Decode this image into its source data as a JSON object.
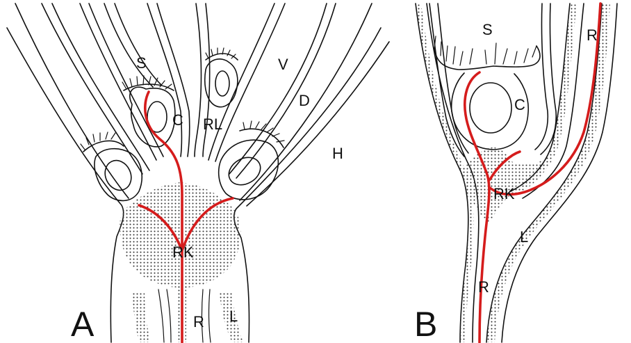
{
  "panels": [
    {
      "id": "A",
      "letter": "A",
      "labels": {
        "S": "S",
        "C": "C",
        "RL": "RL",
        "V": "V",
        "D": "D",
        "H": "H",
        "RK": "RK",
        "R": "R",
        "L": "L"
      }
    },
    {
      "id": "B",
      "letter": "B",
      "labels": {
        "S": "S",
        "C": "C",
        "R_top": "R",
        "RK": "RK",
        "L": "L",
        "R_bottom": "R"
      }
    }
  ],
  "colors": {
    "line": "#111111",
    "highlight_red": "#d51c1c",
    "stipple": "#333333",
    "background": "#ffffff"
  }
}
